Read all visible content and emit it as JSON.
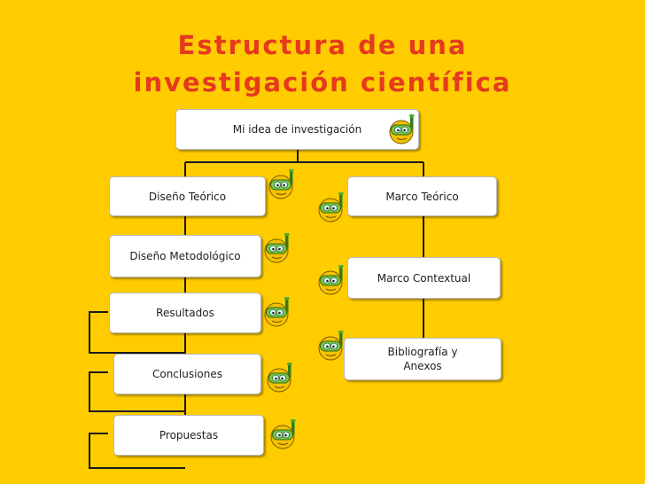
{
  "title": "Estructura de una investigación científica",
  "nodes": {
    "root": "Mi idea de investigación",
    "diseno_teorico": "Diseño Teórico",
    "diseno_metodologico": "Diseño Metodológico",
    "resultados": "Resultados",
    "conclusiones": "Conclusiones",
    "propuestas": "Propuestas",
    "marco_teorico": "Marco Teórico",
    "marco_contextual": "Marco Contextual",
    "bibliografia": "Bibliografía y Anexos"
  },
  "colors": {
    "background": "#ffcc00",
    "title": "#e53a1e",
    "node_fill": "#ffffff",
    "connector": "#1a1a1a",
    "mascot_face": "#f6c200",
    "mascot_mask": "#7bc84a"
  },
  "icons": {
    "mascot": "snorkel-diver-smiley-icon"
  }
}
